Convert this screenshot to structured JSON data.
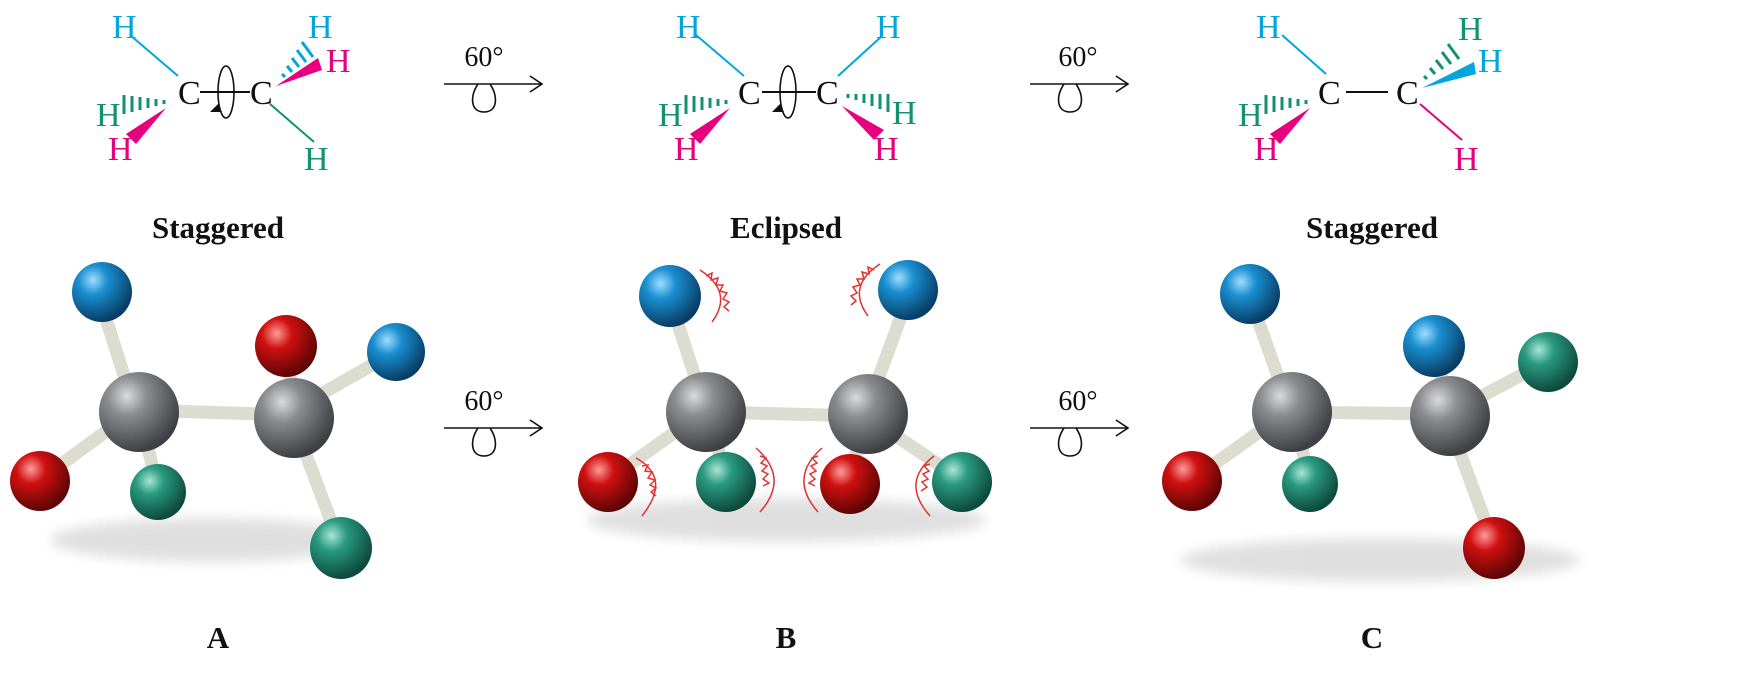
{
  "colors": {
    "blue": "#00a6dc",
    "magenta": "#e6007e",
    "green": "#12926e",
    "carbon": "#111111",
    "ball_blue": "#1a8fd0",
    "ball_red": "#d01010",
    "ball_green": "#2a9a80",
    "ball_gray": "#8a8c90",
    "strain": "#e33030"
  },
  "atoms": {
    "carbon": "C",
    "hydrogen": "H"
  },
  "rotation": {
    "angle": "60°"
  },
  "conformations": [
    {
      "name": "Staggered",
      "letter": "A"
    },
    {
      "name": "Eclipsed",
      "letter": "B"
    },
    {
      "name": "Staggered",
      "letter": "C"
    }
  ]
}
